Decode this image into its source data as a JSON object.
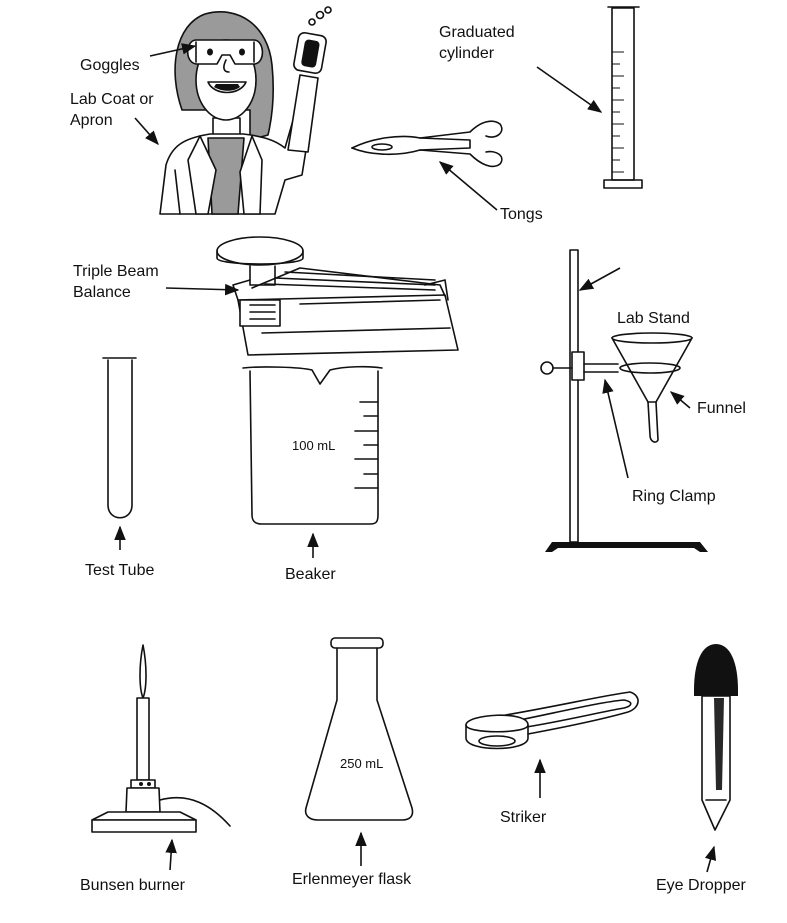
{
  "labels": {
    "goggles": "Goggles",
    "lab_coat": "Lab Coat or\nApron",
    "graduated_cylinder": "Graduated\ncylinder",
    "tongs": "Tongs",
    "triple_beam_balance": "Triple Beam\nBalance",
    "lab_stand": "Lab Stand",
    "funnel": "Funnel",
    "ring_clamp": "Ring Clamp",
    "test_tube": "Test Tube",
    "beaker": "Beaker",
    "bunsen_burner": "Bunsen burner",
    "erlenmeyer_flask": "Erlenmeyer flask",
    "striker": "Striker",
    "eye_dropper": "Eye Dropper"
  },
  "volume_marks": {
    "beaker": "100 mL",
    "flask": "250 mL"
  },
  "colors": {
    "ink": "#111111",
    "hair_gray": "#9a9a9a",
    "background": "#ffffff"
  }
}
